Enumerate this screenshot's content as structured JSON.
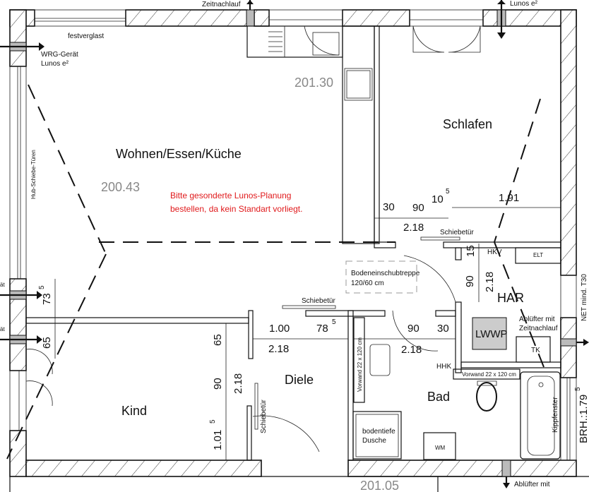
{
  "rooms": {
    "wohnen": "Wohnen/Essen/Küche",
    "schlafen": "Schlafen",
    "kind": "Kind",
    "diele": "Diele",
    "bad": "Bad",
    "har": "HAR"
  },
  "levels": {
    "wohnen": "200.43",
    "kitchen": "201.30",
    "bottom": "201.05"
  },
  "note": {
    "line1": "Bitte gesonderte Lunos-Planung",
    "line2": "bestellen, da kein Standart vorliegt.",
    "color": "#e0191b"
  },
  "labels": {
    "festverglast": "festverglast",
    "wrg1": "WRG-Gerät",
    "wrg2": "Lunos e²",
    "top_zeitnachlauf": "Zeitnachlauf",
    "top_lunos": "Lunos e²",
    "hub_schiebe": "Hub-Schiebe-Türen",
    "schiebetuer1": "Schiebetür",
    "schiebetuer2": "Schiebetür",
    "schiebetuer3": "Schiebetür",
    "boden1": "Bodeneinschubtreppe",
    "boden2": "120/60 cm",
    "hkv": "HKV",
    "elt": "ELT",
    "lwwp": "LWWP",
    "abluefter1": "Ablüfter mit",
    "abluefter2": "Zeitnachlauf",
    "tk": "TK",
    "vorwand_h": "Vorwand  22 x 120 cm",
    "vorwand_v": "Vorwand  22 x 120 cm",
    "hhk": "HHK",
    "kippfenster": "Kippfenster",
    "dusche1": "bodentiefe",
    "dusche2": "Dusche",
    "wm": "WM",
    "net": "NET mind. T30",
    "brh": "BRH.:1.79",
    "brh_sup": "5",
    "bottom_abluefter": "Ablüfter mit",
    "left_git1": "ät",
    "left_git2": "ät"
  },
  "dims": {
    "d30a": "30",
    "d90a": "90",
    "d10": "10",
    "d10sup": "5",
    "d191": "1.91",
    "d218a": "2.18",
    "d15": "15",
    "d90b": "90",
    "d218b": "2.18",
    "d100": "1.00",
    "d78": "78",
    "d78sup": "5",
    "d218c": "2.18",
    "d90c": "90",
    "d30b": "30",
    "d218d": "2.18",
    "d65a": "65",
    "d90d": "90",
    "d218e": "2.18",
    "d101": "1.01",
    "d101sup": "5",
    "d73": "73",
    "d73sup": "5",
    "d65b": "65"
  },
  "colors": {
    "wall": "#111111",
    "vent": "#bbbbbb",
    "lwwp": "#cccccc",
    "level": "#888888"
  }
}
